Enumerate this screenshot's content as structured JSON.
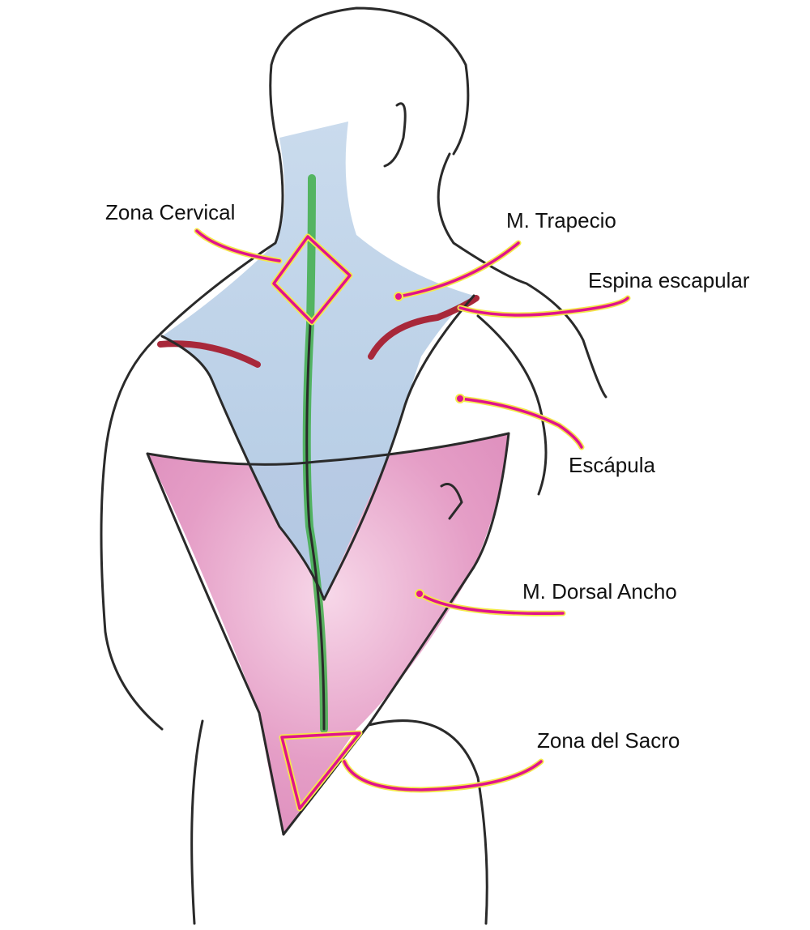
{
  "title": "Back muscle anatomy diagram",
  "labels": {
    "cervical": "Zona Cervical",
    "trapecio": "M. Trapecio",
    "espina": "Espina escapular",
    "escapula": "Escápula",
    "dorsal": "M. Dorsal Ancho",
    "sacro": "Zona del Sacro"
  },
  "colors": {
    "trapezius": "#b9d0e8",
    "latissimus": "#e79bc6",
    "spine": "#3fae4a",
    "scapular_spine": "#a8283a",
    "leader": "#e0138c",
    "leader_outline": "#f4e84a",
    "outline": "#2a2a2a"
  }
}
